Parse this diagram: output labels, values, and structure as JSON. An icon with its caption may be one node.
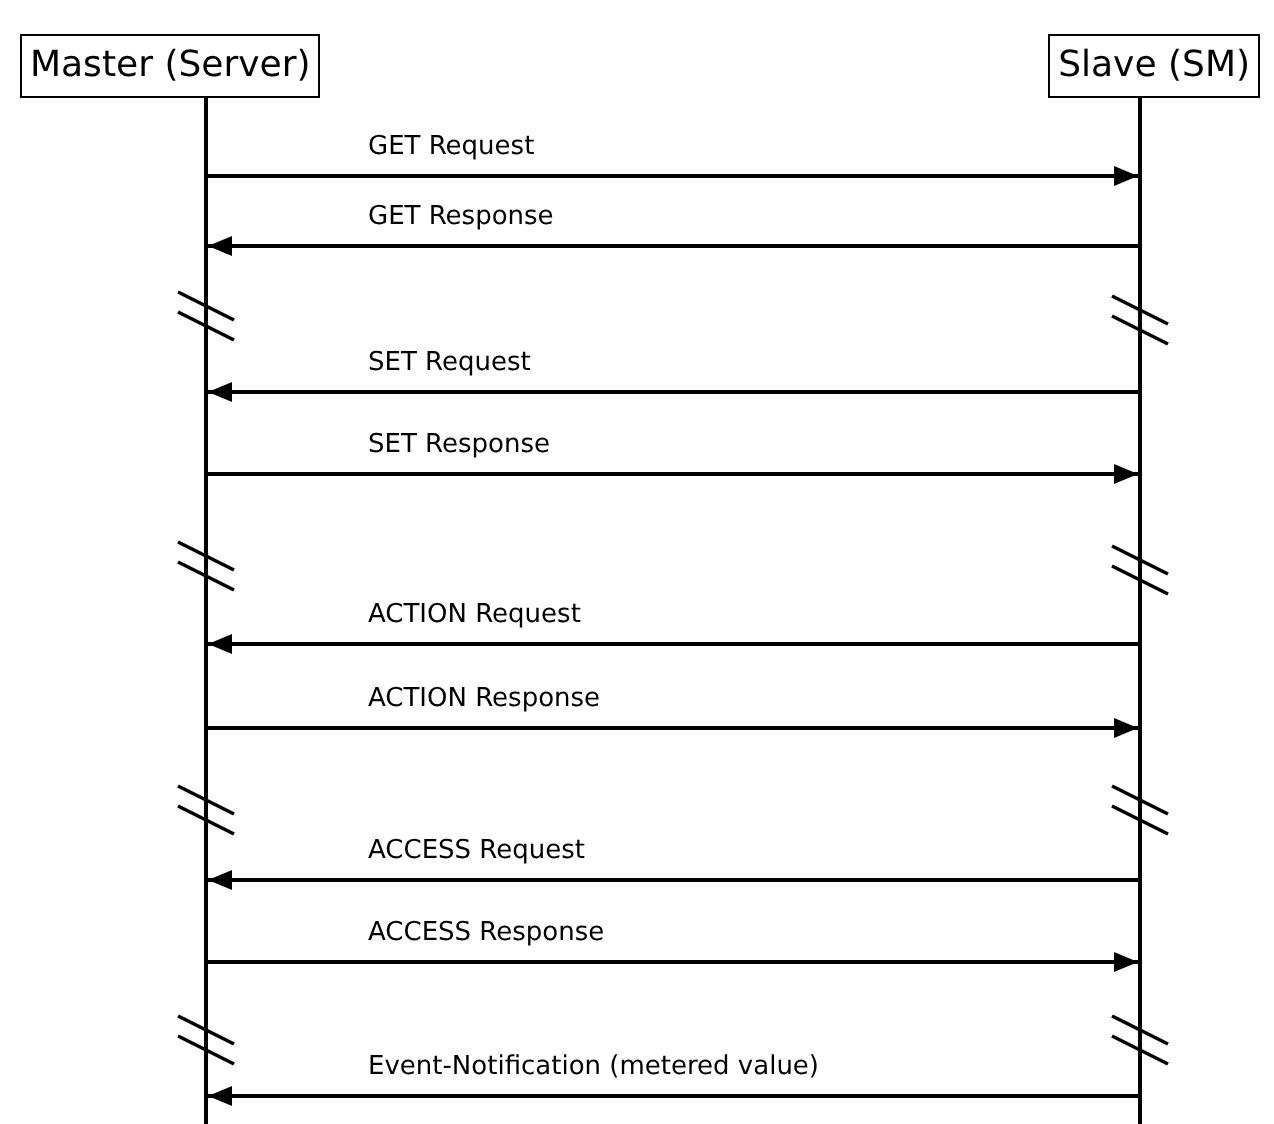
{
  "diagram": {
    "nodes": [
      {
        "text": [
          "Master (Server)"
        ]
      },
      {
        "text": [
          "Slave (SM)"
        ]
      },
      {
        "text": [],
        "shape": "line"
      },
      {
        "text": [],
        "shape": "line"
      }
    ],
    "edges": [
      {
        "from": 2,
        "to": 3,
        "arrow": "to",
        "label": "GET Request"
      },
      {
        "from": 3,
        "to": 2,
        "arrow": "to",
        "label": "GET Response"
      },
      {
        "from": 3,
        "to": 2,
        "arrow": "to",
        "label": "SET Request"
      },
      {
        "from": 2,
        "to": 3,
        "arrow": "to",
        "label": "SET Response"
      },
      {
        "from": 3,
        "to": 2,
        "arrow": "to",
        "label": "ACTION Request"
      },
      {
        "from": 2,
        "to": 3,
        "arrow": "to",
        "label": "ACTION Response"
      },
      {
        "from": 3,
        "to": 2,
        "arrow": "to",
        "label": "ACCESS Request"
      },
      {
        "from": 2,
        "to": 3,
        "arrow": "to",
        "label": "ACCESS Response"
      },
      {
        "from": 3,
        "to": 2,
        "arrow": "to",
        "label": "Event-Notification (metered value)"
      }
    ]
  }
}
